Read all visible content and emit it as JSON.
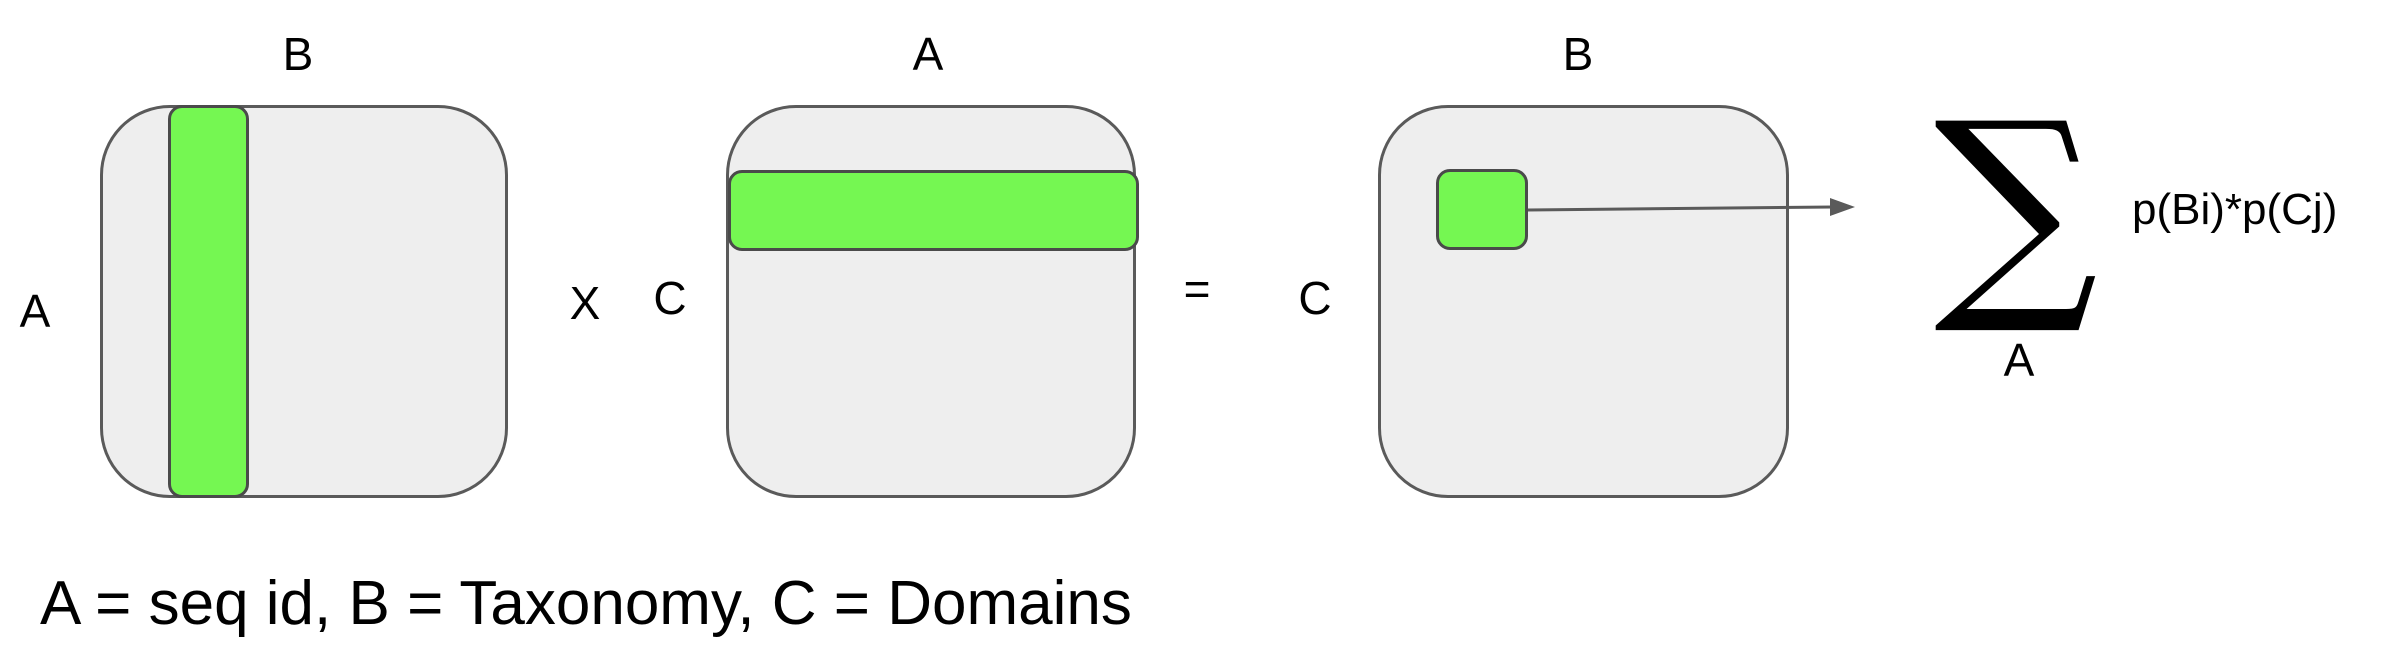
{
  "diagram": {
    "matrix1": {
      "top_label": "B",
      "left_label": "A"
    },
    "operator_multiply": "X",
    "matrix2": {
      "top_label": "A",
      "left_label": "C"
    },
    "operator_equals": "=",
    "matrix3": {
      "top_label": "B",
      "left_label": "C"
    },
    "summation": {
      "symbol": "∑",
      "index_label": "A",
      "expression": "p(Bi)*p(Cj)"
    },
    "legend": "A = seq id, B = Taxonomy,  C = Domains"
  },
  "colors": {
    "matrix_fill": "#eeeeee",
    "highlight_fill": "#75f752",
    "border": "#5a5a5a"
  }
}
